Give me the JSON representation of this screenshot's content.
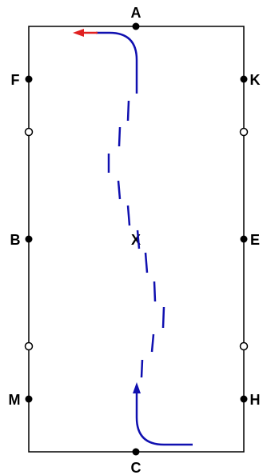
{
  "arena": {
    "letters": {
      "top": "A",
      "bottom": "C",
      "left_upper": "F",
      "left_middle": "B",
      "left_lower": "M",
      "right_upper": "K",
      "right_middle": "E",
      "right_lower": "H",
      "center": "X"
    }
  },
  "colors": {
    "border": "#000000",
    "path": "#1010b0",
    "start_arrow": "#1010b0",
    "end_arrow": "#e02020",
    "marker_filled": "#000000",
    "marker_open": "#ffffff"
  }
}
